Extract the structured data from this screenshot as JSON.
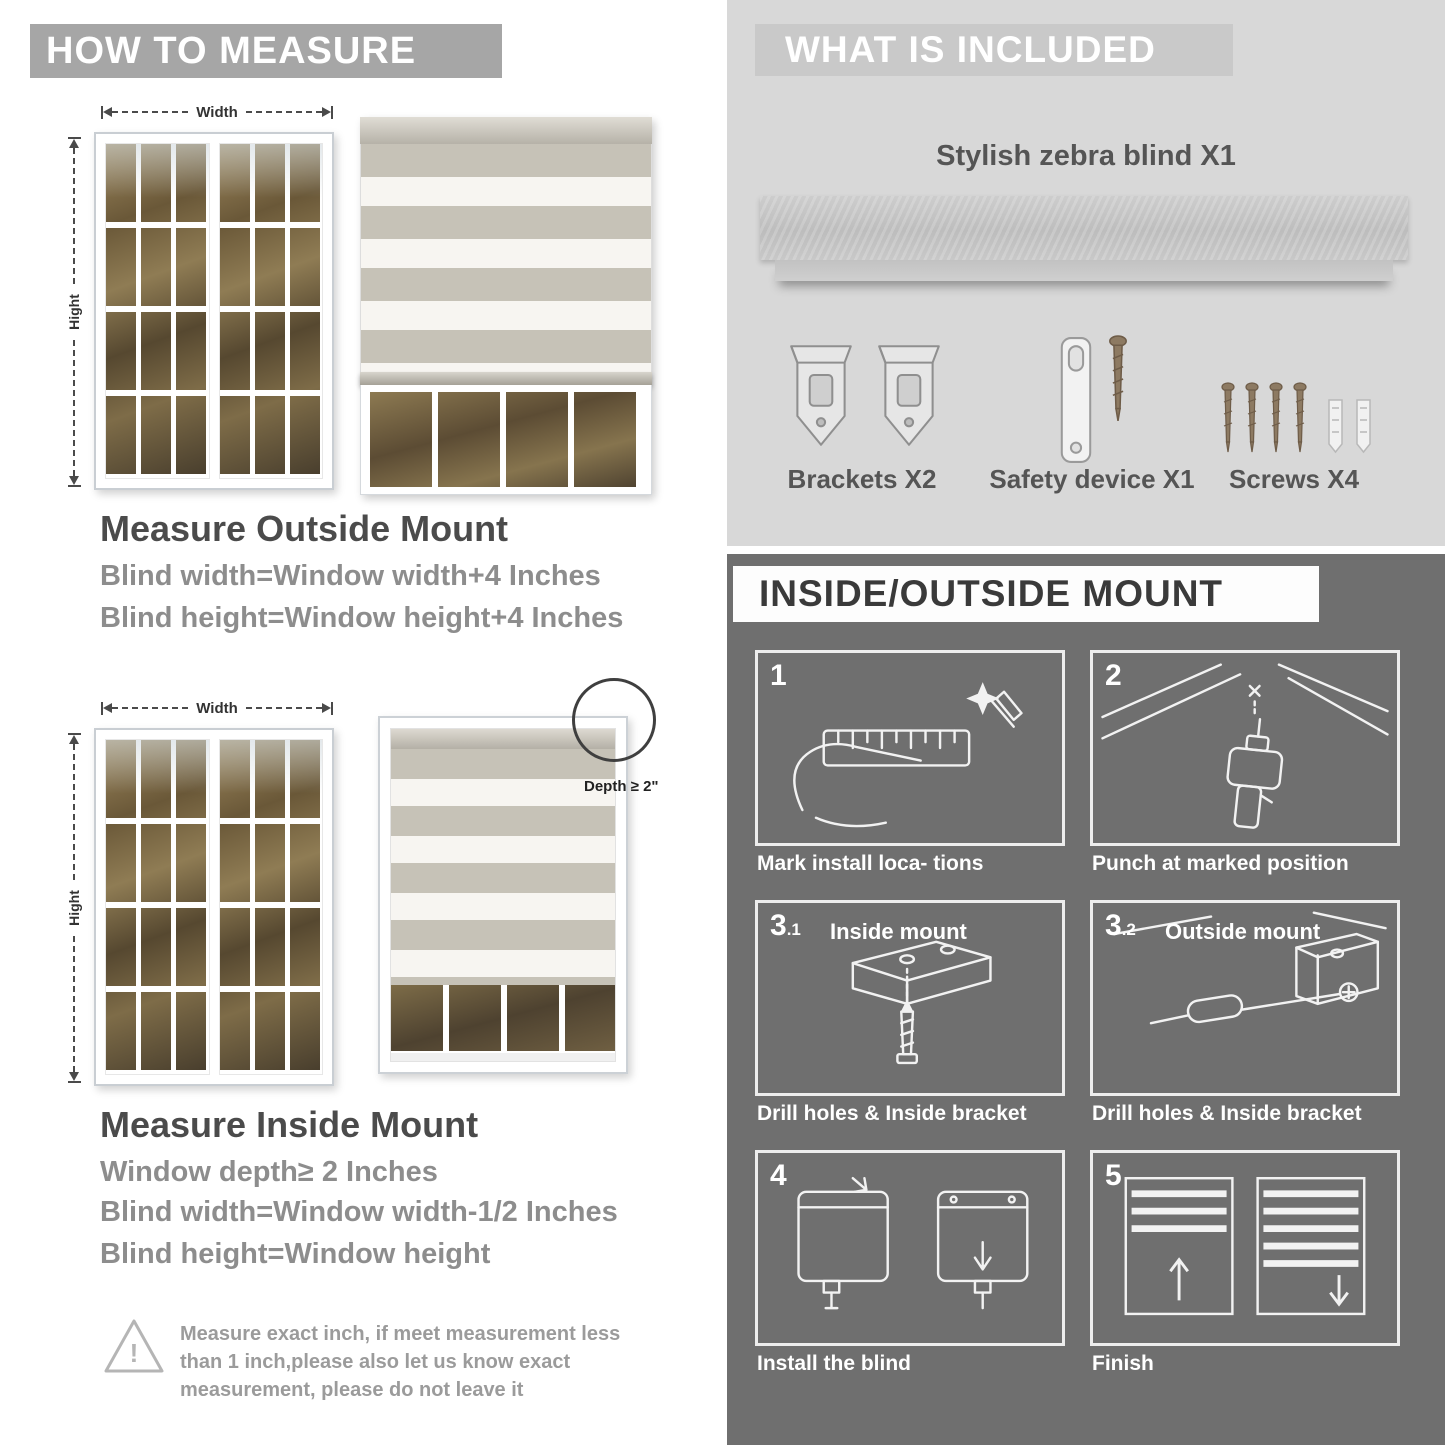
{
  "colors": {
    "left_banner_gray": "#a6a6a6",
    "included_panel_gray": "#d8d8d8",
    "included_banner_gray": "#c9c9c9",
    "mount_panel_gray": "#6f6f6f",
    "heading_dark": "#4b4b4b",
    "body_text_gray": "#8d8d8d"
  },
  "how_to_measure": {
    "header": "HOW TO MEASURE",
    "width_label": "Width",
    "height_label": "Hight",
    "outside": {
      "title": "Measure Outside Mount",
      "line1": "Blind width=Window width+4 Inches",
      "line2": "Blind height=Window height+4 Inches"
    },
    "inside": {
      "depth_label": "Depth ≥ 2\"",
      "title": "Measure Inside Mount",
      "line1": "Window depth≥ 2 Inches",
      "line2": "Blind width=Window width-1/2 Inches",
      "line3": "Blind height=Window height"
    },
    "warning_text": "Measure exact inch, if meet measurement less than 1 inch,please also let us know exact measurement, please do not leave it"
  },
  "included": {
    "header": "WHAT IS INCLUDED",
    "blind_label": "Stylish zebra blind X1",
    "items": [
      {
        "label": "Brackets X2"
      },
      {
        "label": "Safety device X1"
      },
      {
        "label": "Screws X4"
      }
    ]
  },
  "mount_guide": {
    "header": "INSIDE/OUTSIDE MOUNT",
    "steps": [
      {
        "num": "1",
        "sub": "",
        "title": "",
        "caption": "Mark install loca- tions"
      },
      {
        "num": "2",
        "sub": "",
        "title": "",
        "caption": "Punch at  marked position"
      },
      {
        "num": "3",
        "sub": ".1",
        "title": "Inside mount",
        "caption": "Drill holes &  Inside bracket"
      },
      {
        "num": "3",
        "sub": ".2",
        "title": "Outside mount",
        "caption": "Drill holes &  Inside bracket"
      },
      {
        "num": "4",
        "sub": "",
        "title": "",
        "caption": "Install the blind"
      },
      {
        "num": "5",
        "sub": "",
        "title": "",
        "caption": "Finish"
      }
    ]
  }
}
